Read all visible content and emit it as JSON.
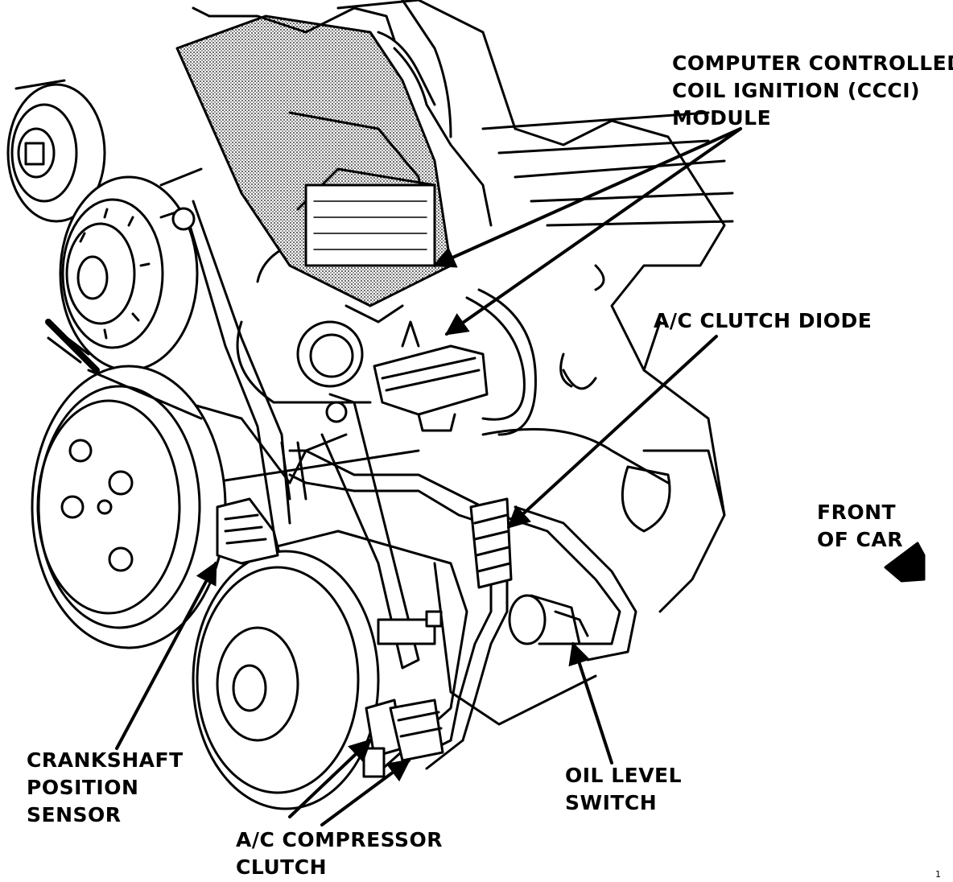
{
  "labels": {
    "ccci_module": [
      "COMPUTER CONTROLLED",
      "COIL IGNITION (CCCI)",
      "MODULE"
    ],
    "ac_clutch_diode": [
      "A/C CLUTCH DIODE"
    ],
    "front_of_car": [
      "FRONT",
      "OF CAR"
    ],
    "crankshaft_sensor": [
      "CRANKSHAFT",
      "POSITION",
      "SENSOR"
    ],
    "ac_compressor_clutch": [
      "A/C COMPRESSOR",
      "CLUTCH"
    ],
    "oil_level_switch": [
      "OIL LEVEL",
      "SWITCH"
    ]
  },
  "figure_number": "1",
  "colors": {
    "ink": "#000000",
    "paper": "#ffffff",
    "shade": "#b8b8b8"
  }
}
